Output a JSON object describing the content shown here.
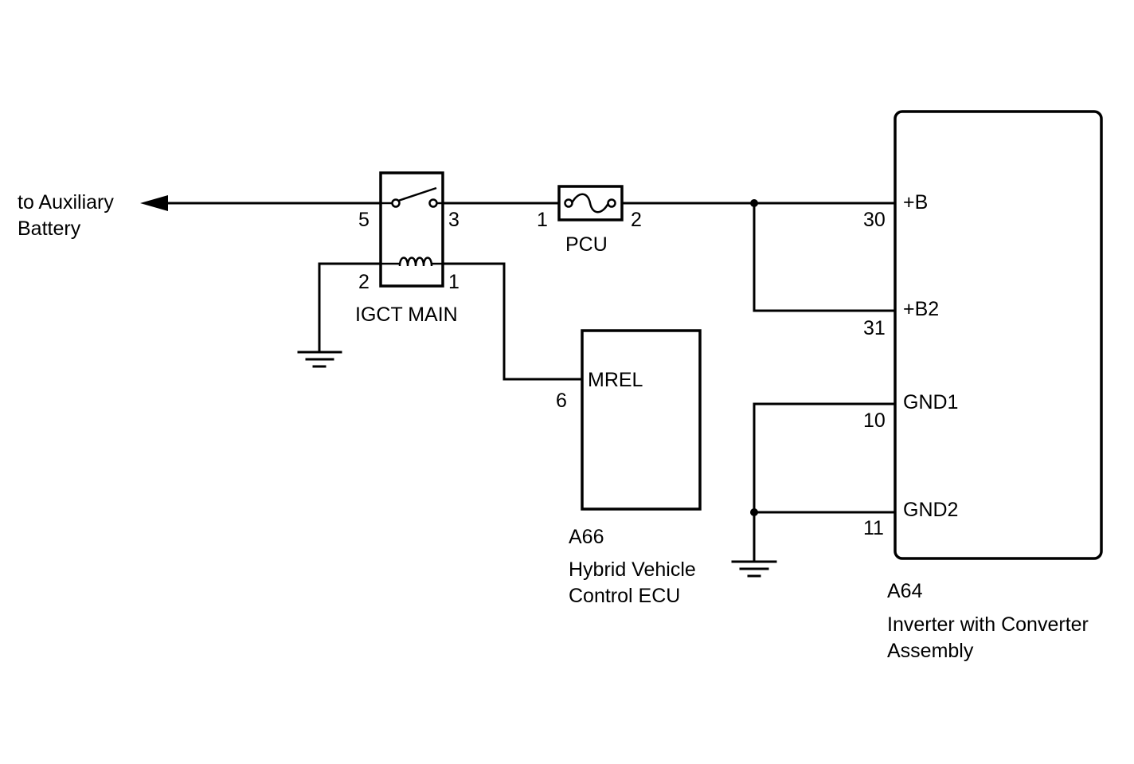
{
  "battery": {
    "line1": "to Auxiliary",
    "line2": "Battery"
  },
  "relay": {
    "name": "IGCT MAIN",
    "pins": {
      "p5": "5",
      "p3": "3",
      "p2": "2",
      "p1": "1"
    }
  },
  "fuse": {
    "name": "PCU",
    "pins": {
      "p1": "1",
      "p2": "2"
    }
  },
  "ecu": {
    "code": "A66",
    "name_line1": "Hybrid Vehicle",
    "name_line2": "Control ECU",
    "terminals": [
      {
        "label": "MREL",
        "pin": "6"
      }
    ]
  },
  "inverter": {
    "code": "A64",
    "name_line1": "Inverter with Converter",
    "name_line2": "Assembly",
    "terminals": [
      {
        "label": "+B",
        "pin": "30"
      },
      {
        "label": "+B2",
        "pin": "31"
      },
      {
        "label": "GND1",
        "pin": "10"
      },
      {
        "label": "GND2",
        "pin": "11"
      }
    ]
  }
}
